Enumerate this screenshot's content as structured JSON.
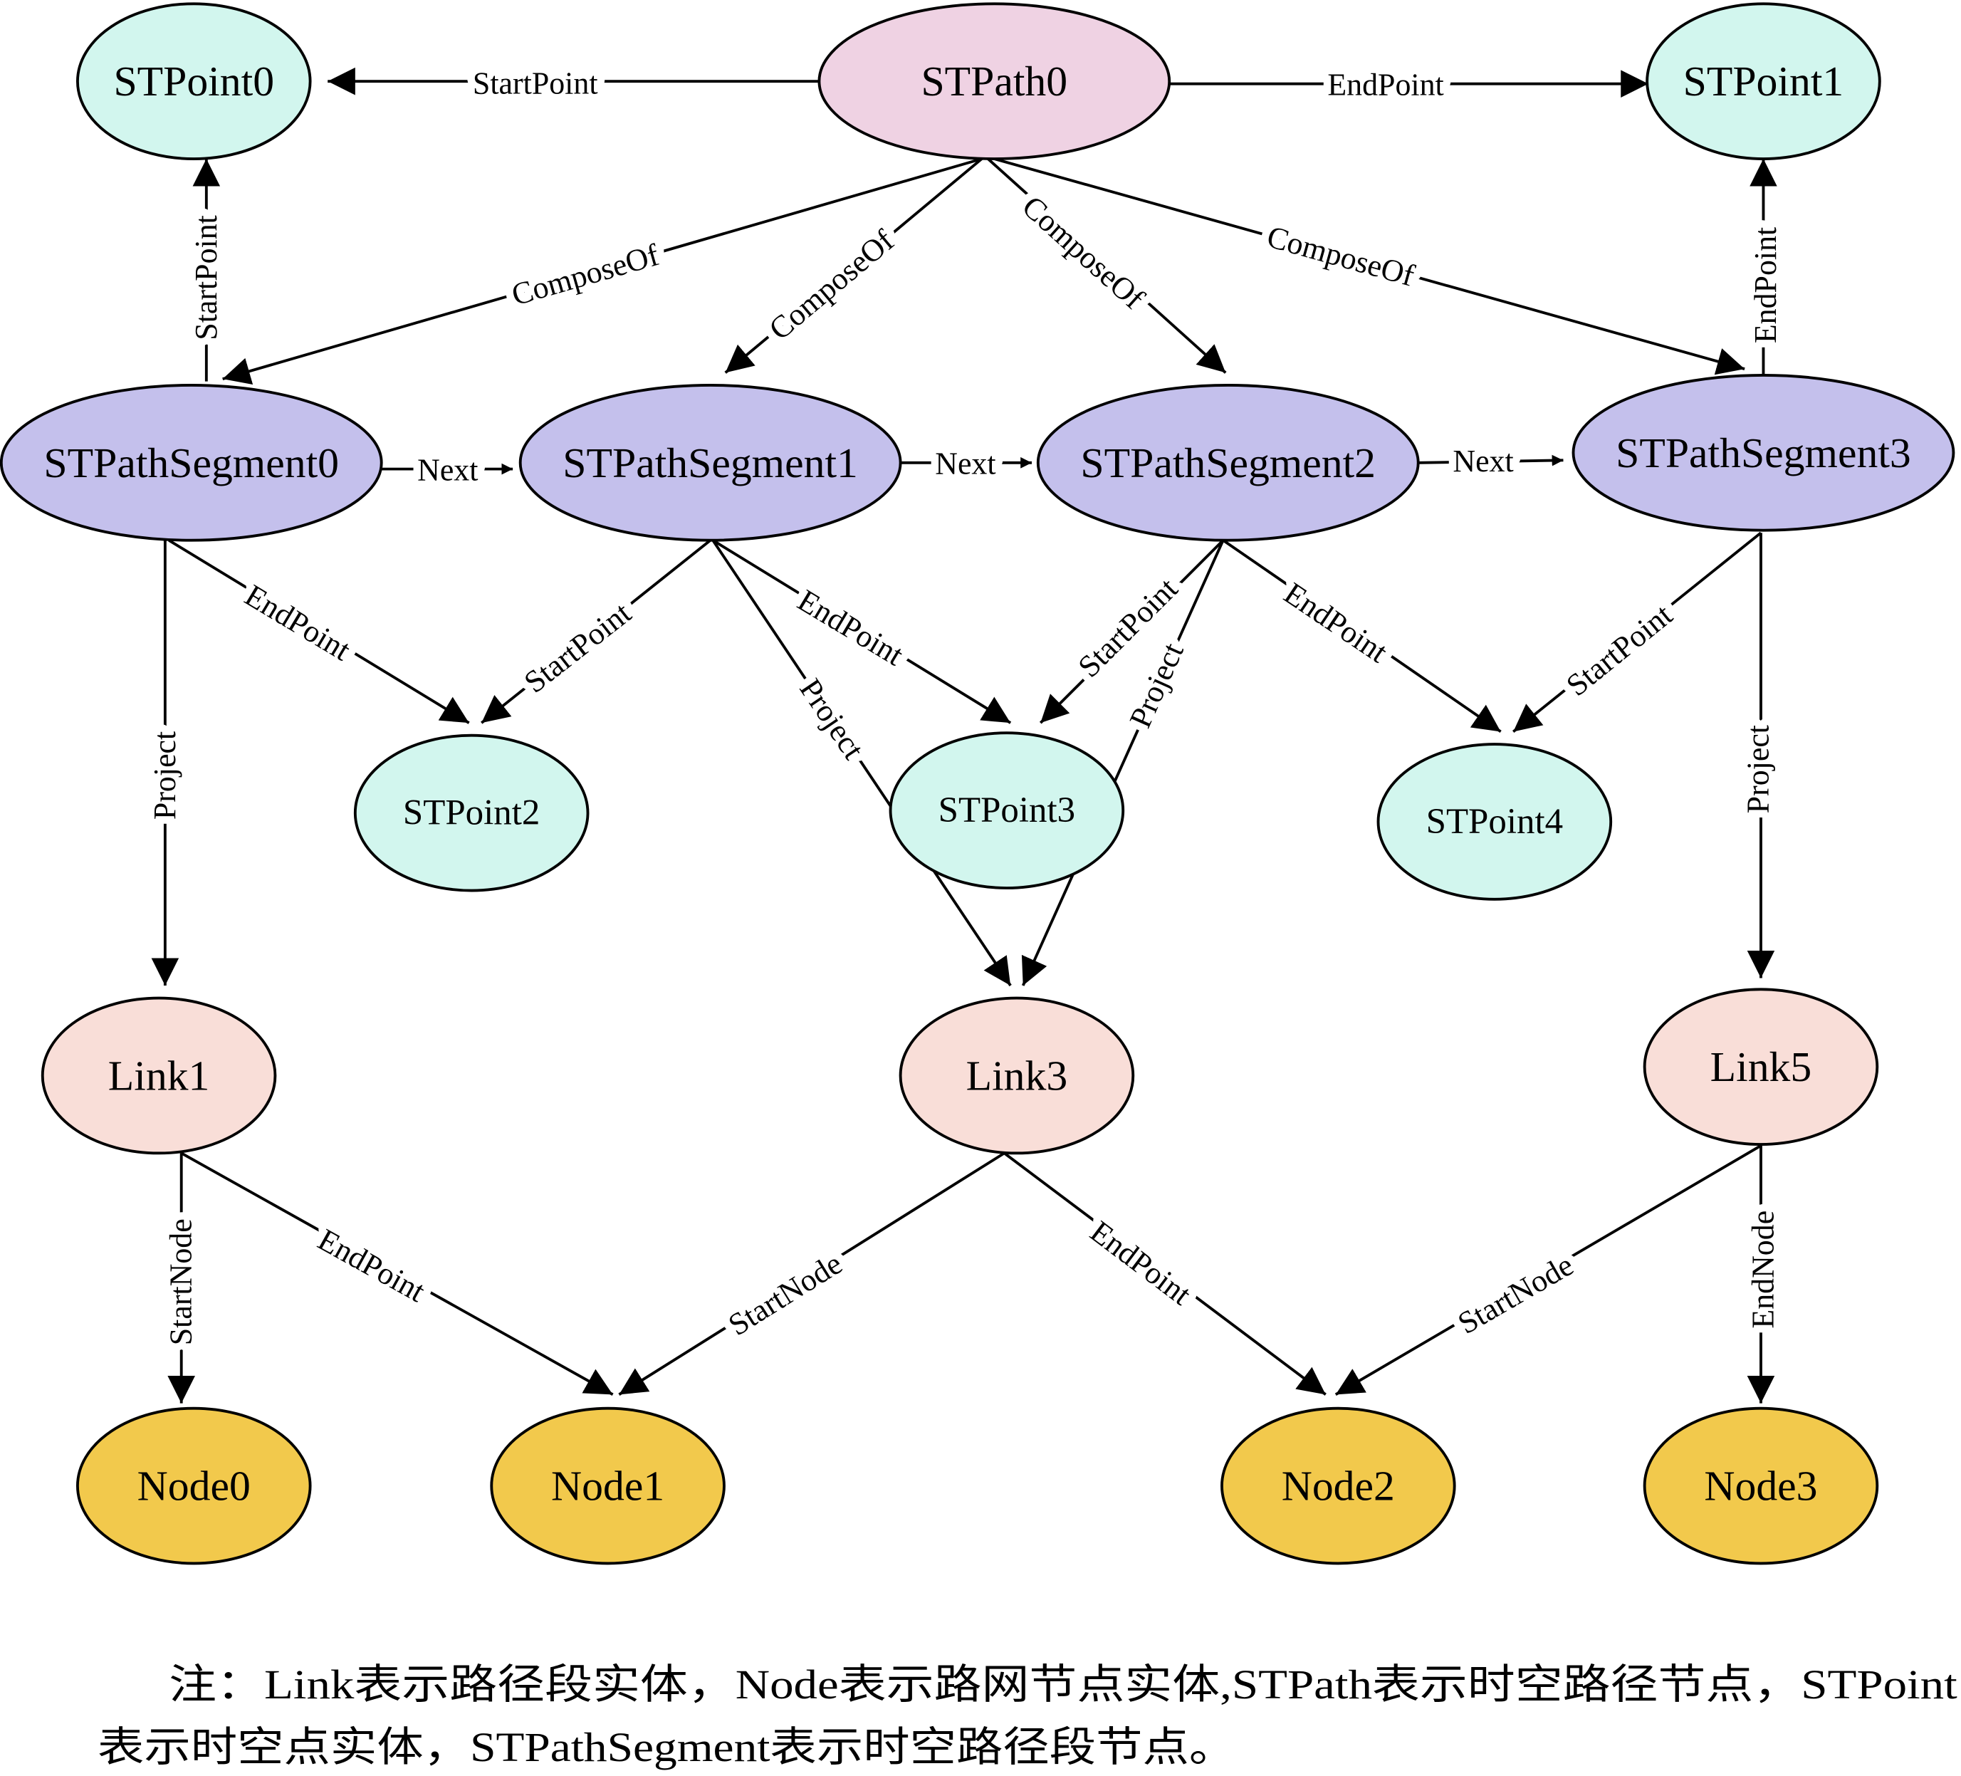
{
  "colors": {
    "stpoint": "#d2f6ee",
    "stpath": "#efd2e3",
    "segment": "#c4c0ec",
    "link": "#f9ded8",
    "node": "#f2c94c"
  },
  "nodes": {
    "stpoint0": "STPoint0",
    "stpath0": "STPath0",
    "stpoint1": "STPoint1",
    "seg0": "STPathSegment0",
    "seg1": "STPathSegment1",
    "seg2": "STPathSegment2",
    "seg3": "STPathSegment3",
    "stpoint2": "STPoint2",
    "stpoint3": "STPoint3",
    "stpoint4": "STPoint4",
    "link1": "Link1",
    "link3": "Link3",
    "link5": "Link5",
    "node0": "Node0",
    "node1": "Node1",
    "node2": "Node2",
    "node3": "Node3"
  },
  "edges": [
    {
      "from": "STPath0",
      "to": "STPoint0",
      "label": "StartPoint"
    },
    {
      "from": "STPath0",
      "to": "STPoint1",
      "label": "EndPoint"
    },
    {
      "from": "STPathSegment0",
      "to": "STPoint0",
      "label": "StartPoint"
    },
    {
      "from": "STPathSegment3",
      "to": "STPoint1",
      "label": "EndPoint"
    },
    {
      "from": "STPath0",
      "to": "STPathSegment0",
      "label": "ComposeOf"
    },
    {
      "from": "STPath0",
      "to": "STPathSegment1",
      "label": "ComposeOf"
    },
    {
      "from": "STPath0",
      "to": "STPathSegment2",
      "label": "ComposeOf"
    },
    {
      "from": "STPath0",
      "to": "STPathSegment3",
      "label": "ComposeOf"
    },
    {
      "from": "STPathSegment0",
      "to": "STPathSegment1",
      "label": "Next"
    },
    {
      "from": "STPathSegment1",
      "to": "STPathSegment2",
      "label": "Next"
    },
    {
      "from": "STPathSegment2",
      "to": "STPathSegment3",
      "label": "Next"
    },
    {
      "from": "STPathSegment0",
      "to": "Link1",
      "label": "Project"
    },
    {
      "from": "STPathSegment0",
      "to": "STPoint2",
      "label": "EndPoint"
    },
    {
      "from": "STPathSegment1",
      "to": "STPoint2",
      "label": "StartPoint"
    },
    {
      "from": "STPathSegment1",
      "to": "STPoint3",
      "label": "EndPoint"
    },
    {
      "from": "STPathSegment1",
      "to": "Link3",
      "label": "Project"
    },
    {
      "from": "STPathSegment2",
      "to": "STPoint3",
      "label": "StartPoint"
    },
    {
      "from": "STPathSegment2",
      "to": "Link3",
      "label": "Project"
    },
    {
      "from": "STPathSegment2",
      "to": "STPoint4",
      "label": "EndPoint"
    },
    {
      "from": "STPathSegment3",
      "to": "STPoint4",
      "label": "StartPoint"
    },
    {
      "from": "STPathSegment3",
      "to": "Link5",
      "label": "Project"
    },
    {
      "from": "Link1",
      "to": "Node0",
      "label": "StartNode"
    },
    {
      "from": "Link1",
      "to": "Node1",
      "label": "EndPoint"
    },
    {
      "from": "Link3",
      "to": "Node1",
      "label": "StartNode"
    },
    {
      "from": "Link3",
      "to": "Node2",
      "label": "EndPoint"
    },
    {
      "from": "Link5",
      "to": "Node2",
      "label": "StartNode"
    },
    {
      "from": "Link5",
      "to": "Node3",
      "label": "EndNode"
    }
  ],
  "caption": {
    "line1": "注：Link表示路径段实体，Node表示路网节点实体,STPath表示时空路径节点，STPoint",
    "line2": "表示时空点实体，STPathSegment表示时空路径段节点。"
  }
}
